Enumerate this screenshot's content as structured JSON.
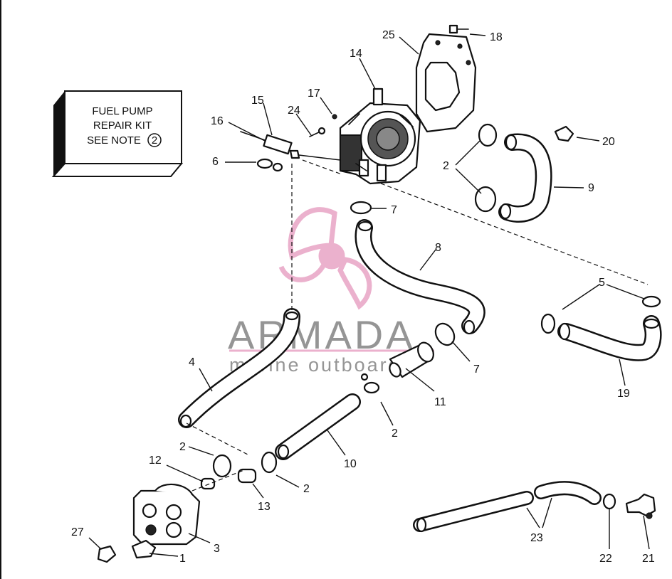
{
  "note_box": {
    "line1": "FUEL PUMP",
    "line2": "REPAIR KIT",
    "line3": "SEE NOTE",
    "note_number": "2"
  },
  "watermark": {
    "brand": "ARMADA",
    "tagline": "marine outboards",
    "brand_color": "#8a8a8a",
    "logo_color": "#e9a9c8"
  },
  "callouts": {
    "c1": "1",
    "c2a": "2",
    "c2b": "2",
    "c2c": "2",
    "c2d": "2",
    "c3": "3",
    "c4": "4",
    "c5": "5",
    "c6": "6",
    "c7a": "7",
    "c7b": "7",
    "c8": "8",
    "c9": "9",
    "c10": "10",
    "c11": "11",
    "c12": "12",
    "c13": "13",
    "c14": "14",
    "c15": "15",
    "c16": "16",
    "c17": "17",
    "c18": "18",
    "c19": "19",
    "c20": "20",
    "c21": "21",
    "c22": "22",
    "c23": "23",
    "c24": "24",
    "c25": "25",
    "c27": "27"
  }
}
